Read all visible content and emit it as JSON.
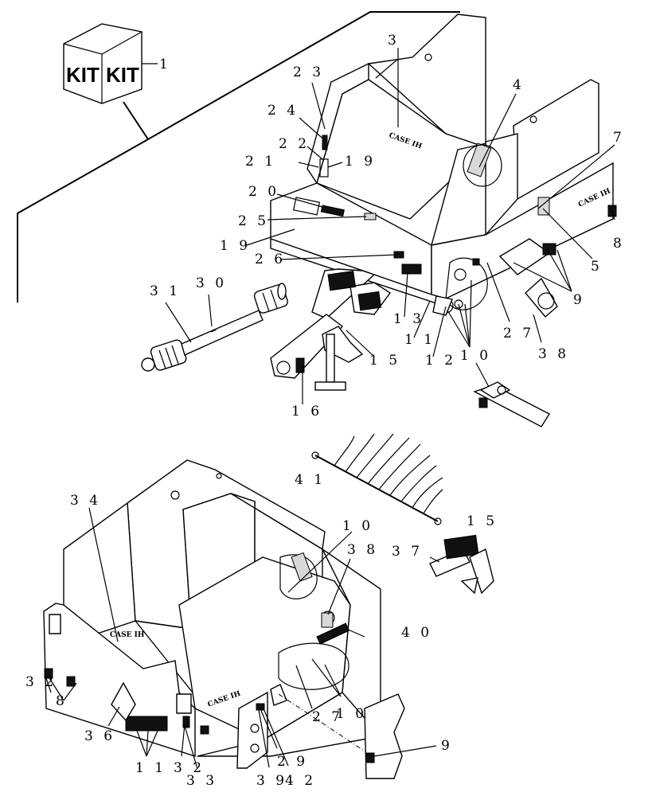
{
  "kit": {
    "face_left": "KIT",
    "face_right": "KIT"
  },
  "brand_decal": "CASE IH",
  "callouts": {
    "c1": "1",
    "c3": "3",
    "c23": "2 3",
    "c4": "4",
    "c24": "2 4",
    "c7": "7",
    "c22": "2 2",
    "c21": "2 1",
    "c19a": "1 9",
    "c20": "2 0",
    "c25": "2 5",
    "c19b": "1 9",
    "c8a": "8",
    "c26": "2 6",
    "c5": "5",
    "c31": "3 1",
    "c30": "3 0",
    "c9a": "9",
    "c13": "1 3",
    "c27a": "2 7",
    "c11a": "1 1",
    "c38a": "3 8",
    "c12": "1 2",
    "c10a": "1 0",
    "c15a": "1 5",
    "c16": "1 6",
    "c41": "4 1",
    "c34": "3 4",
    "c10b": "1 0",
    "c15b": "1 5",
    "c38b": "3 8",
    "c37": "3 7",
    "c40": "4 0",
    "c32a": "3 2",
    "c8b": "8",
    "c36": "3 6",
    "c27b": "2 7",
    "c10c": "1 0",
    "c9b": "9",
    "c11b": "1 1",
    "c32b": "3 2",
    "c33": "3 3",
    "c39": "3 9",
    "c29": "2 9",
    "c42": "4 2"
  }
}
